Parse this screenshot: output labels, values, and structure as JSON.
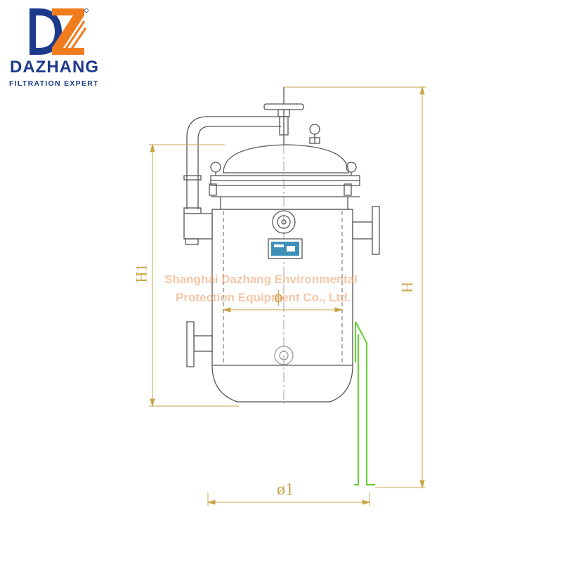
{
  "logo": {
    "brand": "DAZHANG",
    "tagline": "FILTRATION EXPERT",
    "colors": {
      "blue": "#1d3a8a",
      "orange": "#f07c1e"
    }
  },
  "dimensions": {
    "overall_height": "H",
    "body_height": "H1",
    "inner_diameter": "ϕ",
    "outer_diameter": "ø1",
    "color": "#c9a54a"
  },
  "watermark": {
    "line1": "Shanghai Dazhang Environmental",
    "line2": "Protection Equipment Co., Ltd."
  },
  "drawing": {
    "outline_color": "#555555",
    "support_leg_color": "#6ccf3a",
    "panel_color": "#3e8fb8"
  }
}
